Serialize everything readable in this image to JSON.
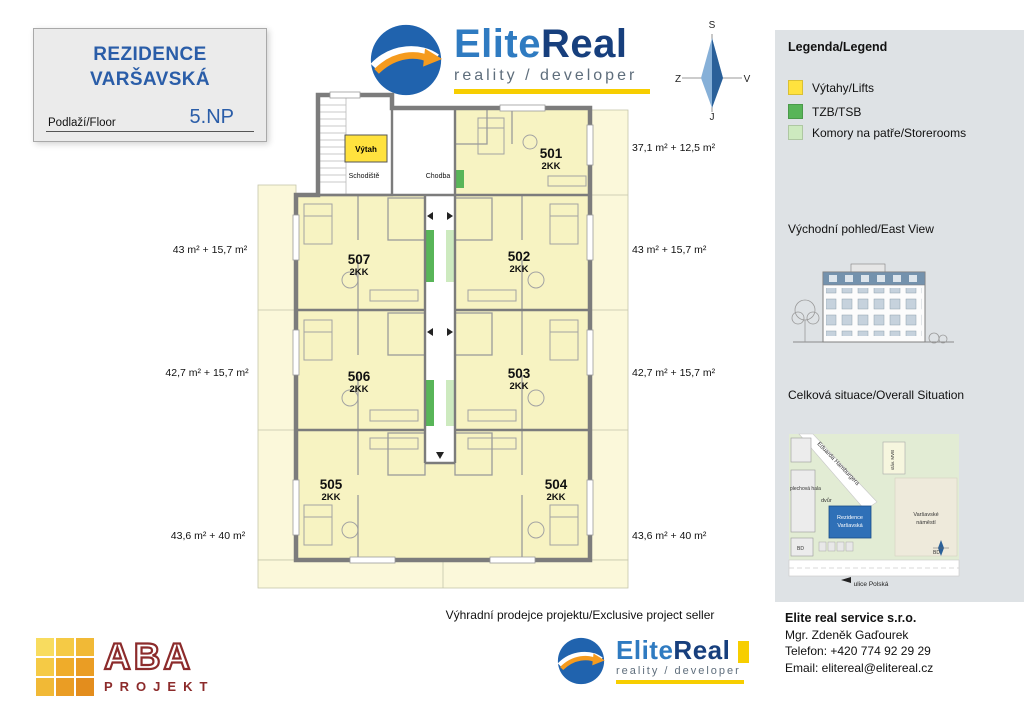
{
  "header": {
    "project_title_line1": "REZIDENCE",
    "project_title_line2": "VARŠAVSKÁ",
    "floor_label": "Podlaží/Floor",
    "floor_value": "5.NP"
  },
  "brand": {
    "part1": "Elite",
    "part2": "Real",
    "tagline": "reality / developer"
  },
  "compass": {
    "n": "S",
    "e": "V",
    "s": "J",
    "w": "Z"
  },
  "legend": {
    "title": "Legenda/Legend",
    "items": [
      {
        "label": "Výtahy/Lifts",
        "color": "#ffe23e"
      },
      {
        "label": "TZB/TSB",
        "color": "#58b558"
      },
      {
        "label": "Komory na patře/Storerooms",
        "color": "#cdeabf"
      }
    ]
  },
  "east_view": {
    "title": "Východní pohled/East View"
  },
  "situation": {
    "title": "Celková situace/Overall Situation",
    "street_diagonal": "Eduarda Hamburgera",
    "street_bottom": "ulice Polská",
    "square_line1": "Varšavské",
    "square_line2": "náměstí",
    "residence_line1": "Rezidence",
    "residence_line2": "Varšavská",
    "hall": "plechová hala",
    "yard": "dvůr",
    "bd": "BD",
    "mvb": "stáv. MVB"
  },
  "floorplan": {
    "rooms": {
      "lift": "Výtah",
      "stairs": "Schodiště",
      "corridor": "Chodba"
    },
    "apartments": [
      {
        "number": "501",
        "type": "2KK"
      },
      {
        "number": "502",
        "type": "2KK"
      },
      {
        "number": "503",
        "type": "2KK"
      },
      {
        "number": "504",
        "type": "2KK"
      },
      {
        "number": "505",
        "type": "2KK"
      },
      {
        "number": "506",
        "type": "2KK"
      },
      {
        "number": "507",
        "type": "2KK"
      }
    ],
    "areas_left": [
      "43 m² + 15,7 m²",
      "42,7 m² + 15,7 m²",
      "43,6 m² + 40 m²"
    ],
    "areas_right": [
      "37,1 m² + 12,5 m²",
      "43 m² + 15,7 m²",
      "42,7 m² + 15,7 m²",
      "43,6 m² + 40 m²"
    ]
  },
  "footer": {
    "seller_line": "Výhradní prodejce projektu/Exclusive project seller",
    "contact": {
      "company": "Elite real service s.r.o.",
      "person": "Mgr. Zdeněk Gaďourek",
      "phone": "Telefon: +420 774 92 29 29",
      "email": "Email: elitereal@elitereal.cz"
    }
  },
  "aba": {
    "name": "ABA",
    "sub": "PROJEKT"
  },
  "colors": {
    "title_blue": "#2a5da8",
    "brand_blue_light": "#2f7bc1",
    "brand_blue_dark": "#173f7d",
    "brand_yellow": "#f7ce00",
    "lift_yellow": "#ffe23e",
    "tzb_green": "#58b558",
    "storeroom_green": "#cdeabf",
    "plan_yellow": "#f7f3c2",
    "terrace_yellow": "#fbf8da",
    "sidebar_gray": "#dee2e5",
    "residence_blue": "#2f70b7"
  }
}
